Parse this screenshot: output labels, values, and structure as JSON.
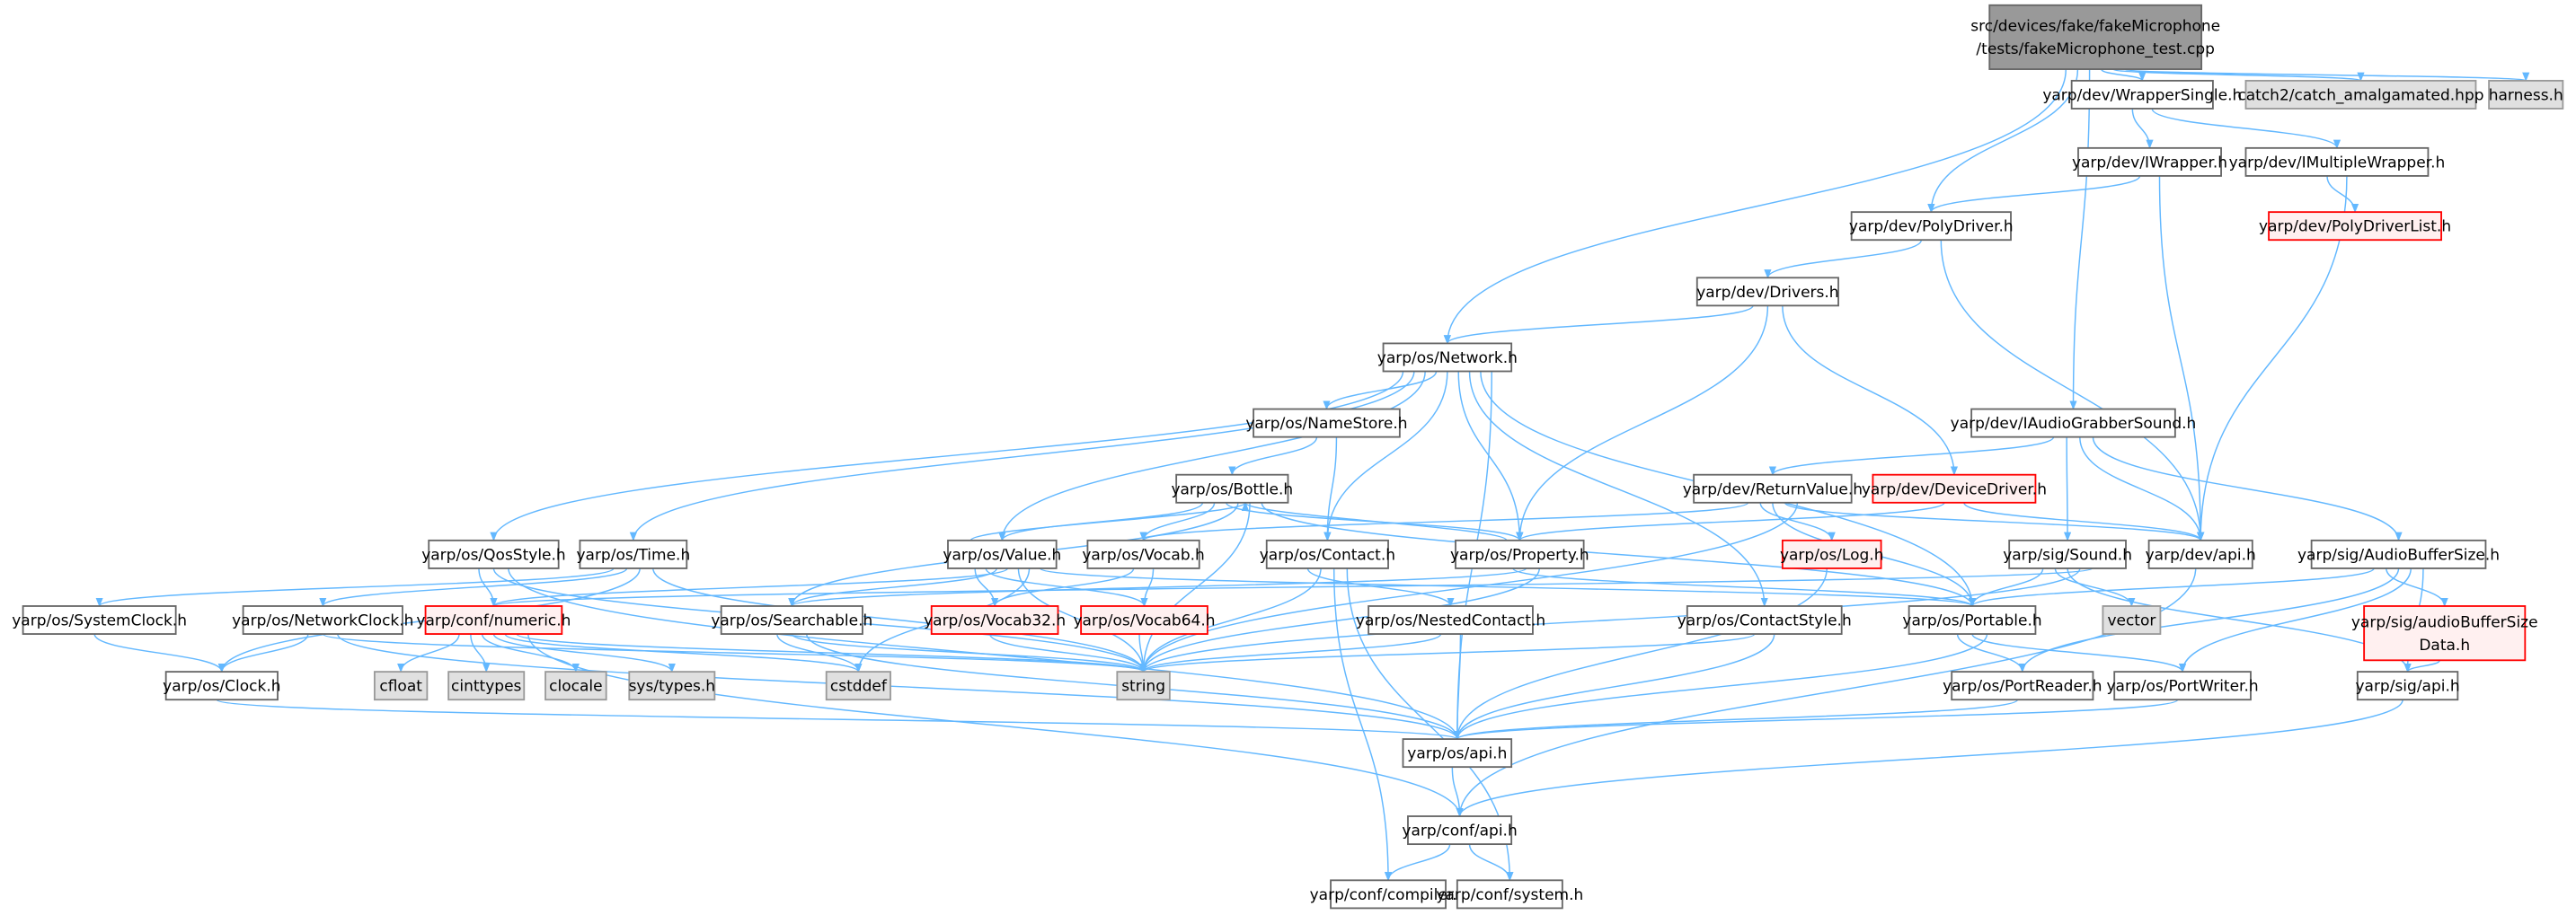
{
  "graph": {
    "type": "include-dependency-graph",
    "colors": {
      "edge": "#63b8ff",
      "root_fill": "#999999",
      "root_border": "#666666",
      "normal_fill": "#ffffff",
      "normal_border": "#666666",
      "gray_fill": "#e0e0e0",
      "gray_border": "#999999",
      "red_fill": "#fff0f0",
      "red_border": "#ff0000"
    },
    "nodes": {
      "root": {
        "label": "src/devices/fake/fakeMicrophone",
        "label2": "/tests/fakeMicrophone_test.cpp",
        "kind": "root"
      },
      "wrappersingle": {
        "label": "yarp/dev/WrapperSingle.h",
        "kind": "normal"
      },
      "catch2": {
        "label": "catch2/catch_amalgamated.hpp",
        "kind": "gray"
      },
      "harness": {
        "label": "harness.h",
        "kind": "gray"
      },
      "iwrapper": {
        "label": "yarp/dev/IWrapper.h",
        "kind": "normal"
      },
      "imultiple": {
        "label": "yarp/dev/IMultipleWrapper.h",
        "kind": "normal"
      },
      "polydriver": {
        "label": "yarp/dev/PolyDriver.h",
        "kind": "normal"
      },
      "polydriverlist": {
        "label": "yarp/dev/PolyDriverList.h",
        "kind": "red"
      },
      "drivers": {
        "label": "yarp/dev/Drivers.h",
        "kind": "normal"
      },
      "network": {
        "label": "yarp/os/Network.h",
        "kind": "normal"
      },
      "iaudiograbber": {
        "label": "yarp/dev/IAudioGrabberSound.h",
        "kind": "normal"
      },
      "namestore": {
        "label": "yarp/os/NameStore.h",
        "kind": "normal"
      },
      "bottle": {
        "label": "yarp/os/Bottle.h",
        "kind": "normal"
      },
      "returnvalue": {
        "label": "yarp/dev/ReturnValue.h",
        "kind": "normal"
      },
      "devicedriver": {
        "label": "yarp/dev/DeviceDriver.h",
        "kind": "red"
      },
      "qosstyle": {
        "label": "yarp/os/QosStyle.h",
        "kind": "normal"
      },
      "time": {
        "label": "yarp/os/Time.h",
        "kind": "normal"
      },
      "value": {
        "label": "yarp/os/Value.h",
        "kind": "normal"
      },
      "vocab": {
        "label": "yarp/os/Vocab.h",
        "kind": "normal"
      },
      "contact": {
        "label": "yarp/os/Contact.h",
        "kind": "normal"
      },
      "property": {
        "label": "yarp/os/Property.h",
        "kind": "normal"
      },
      "log": {
        "label": "yarp/os/Log.h",
        "kind": "red"
      },
      "sound": {
        "label": "yarp/sig/Sound.h",
        "kind": "normal"
      },
      "devapi": {
        "label": "yarp/dev/api.h",
        "kind": "normal"
      },
      "audiobuffersize": {
        "label": "yarp/sig/AudioBufferSize.h",
        "kind": "normal"
      },
      "systemclock": {
        "label": "yarp/os/SystemClock.h",
        "kind": "normal"
      },
      "networkclock": {
        "label": "yarp/os/NetworkClock.h",
        "kind": "normal"
      },
      "numeric": {
        "label": "yarp/conf/numeric.h",
        "kind": "red"
      },
      "searchable": {
        "label": "yarp/os/Searchable.h",
        "kind": "normal"
      },
      "vocab32": {
        "label": "yarp/os/Vocab32.h",
        "kind": "red"
      },
      "vocab64": {
        "label": "yarp/os/Vocab64.h",
        "kind": "red"
      },
      "nestedcontact": {
        "label": "yarp/os/NestedContact.h",
        "kind": "normal"
      },
      "contactstyle": {
        "label": "yarp/os/ContactStyle.h",
        "kind": "normal"
      },
      "portable": {
        "label": "yarp/os/Portable.h",
        "kind": "normal"
      },
      "vector": {
        "label": "vector",
        "kind": "gray"
      },
      "absdata": {
        "label": "yarp/sig/audioBufferSize",
        "label2": "Data.h",
        "kind": "red"
      },
      "clock": {
        "label": "yarp/os/Clock.h",
        "kind": "normal"
      },
      "cfloat": {
        "label": "cfloat",
        "kind": "gray"
      },
      "cinttypes": {
        "label": "cinttypes",
        "kind": "gray"
      },
      "clocale": {
        "label": "clocale",
        "kind": "gray"
      },
      "systypes": {
        "label": "sys/types.h",
        "kind": "gray"
      },
      "cstddef": {
        "label": "cstddef",
        "kind": "gray"
      },
      "string": {
        "label": "string",
        "kind": "gray"
      },
      "portreader": {
        "label": "yarp/os/PortReader.h",
        "kind": "normal"
      },
      "portwriter": {
        "label": "yarp/os/PortWriter.h",
        "kind": "normal"
      },
      "sigapi": {
        "label": "yarp/sig/api.h",
        "kind": "normal"
      },
      "osapi": {
        "label": "yarp/os/api.h",
        "kind": "normal"
      },
      "confapi": {
        "label": "yarp/conf/api.h",
        "kind": "normal"
      },
      "compiler": {
        "label": "yarp/conf/compiler.h",
        "kind": "normal"
      },
      "system": {
        "label": "yarp/conf/system.h",
        "kind": "normal"
      }
    },
    "edges": [
      [
        "root",
        "network"
      ],
      [
        "root",
        "polydriver"
      ],
      [
        "root",
        "iaudiograbber"
      ],
      [
        "root",
        "wrappersingle"
      ],
      [
        "root",
        "catch2"
      ],
      [
        "root",
        "harness"
      ],
      [
        "wrappersingle",
        "iwrapper"
      ],
      [
        "wrappersingle",
        "imultiple"
      ],
      [
        "iwrapper",
        "polydriver"
      ],
      [
        "iwrapper",
        "devapi"
      ],
      [
        "imultiple",
        "polydriverlist"
      ],
      [
        "imultiple",
        "devapi"
      ],
      [
        "polydriver",
        "drivers"
      ],
      [
        "polydriver",
        "devapi"
      ],
      [
        "drivers",
        "network"
      ],
      [
        "drivers",
        "property"
      ],
      [
        "drivers",
        "devicedriver"
      ],
      [
        "network",
        "qosstyle"
      ],
      [
        "network",
        "time"
      ],
      [
        "network",
        "value"
      ],
      [
        "network",
        "namestore"
      ],
      [
        "network",
        "contact"
      ],
      [
        "network",
        "property"
      ],
      [
        "network",
        "contactstyle"
      ],
      [
        "network",
        "portable"
      ],
      [
        "network",
        "osapi"
      ],
      [
        "namestore",
        "bottle"
      ],
      [
        "namestore",
        "contact"
      ],
      [
        "bottle",
        "value"
      ],
      [
        "bottle",
        "vocab"
      ],
      [
        "bottle",
        "property"
      ],
      [
        "bottle",
        "searchable"
      ],
      [
        "bottle",
        "string"
      ],
      [
        "bottle",
        "portable"
      ],
      [
        "value",
        "bottle"
      ],
      [
        "value",
        "vocab32"
      ],
      [
        "value",
        "vocab64"
      ],
      [
        "value",
        "searchable"
      ],
      [
        "value",
        "numeric"
      ],
      [
        "value",
        "string"
      ],
      [
        "value",
        "cstddef"
      ],
      [
        "value",
        "portable"
      ],
      [
        "vocab",
        "vocab32"
      ],
      [
        "vocab",
        "vocab64"
      ],
      [
        "vocab32",
        "string"
      ],
      [
        "vocab64",
        "string"
      ],
      [
        "contact",
        "nestedcontact"
      ],
      [
        "contact",
        "string"
      ],
      [
        "contact",
        "compiler"
      ],
      [
        "contact",
        "system"
      ],
      [
        "property",
        "bottle"
      ],
      [
        "property",
        "portable"
      ],
      [
        "property",
        "searchable"
      ],
      [
        "property",
        "string"
      ],
      [
        "iaudiograbber",
        "returnvalue"
      ],
      [
        "iaudiograbber",
        "sound"
      ],
      [
        "iaudiograbber",
        "devapi"
      ],
      [
        "iaudiograbber",
        "audiobuffersize"
      ],
      [
        "returnvalue",
        "vocab"
      ],
      [
        "returnvalue",
        "log"
      ],
      [
        "returnvalue",
        "portable"
      ],
      [
        "returnvalue",
        "devapi"
      ],
      [
        "returnvalue",
        "string"
      ],
      [
        "devicedriver",
        "property"
      ],
      [
        "devicedriver",
        "devapi"
      ],
      [
        "log",
        "osapi"
      ],
      [
        "sound",
        "portable"
      ],
      [
        "sound",
        "vector"
      ],
      [
        "sound",
        "sigapi"
      ],
      [
        "sound",
        "string"
      ],
      [
        "sound",
        "numeric"
      ],
      [
        "devapi",
        "confapi"
      ],
      [
        "audiobuffersize",
        "portable"
      ],
      [
        "audiobuffersize",
        "absdata"
      ],
      [
        "audiobuffersize",
        "portreader"
      ],
      [
        "audiobuffersize",
        "portwriter"
      ],
      [
        "audiobuffersize",
        "sigapi"
      ],
      [
        "absdata",
        "sigapi"
      ],
      [
        "sigapi",
        "confapi"
      ],
      [
        "qosstyle",
        "numeric"
      ],
      [
        "qosstyle",
        "string"
      ],
      [
        "qosstyle",
        "osapi"
      ],
      [
        "time",
        "systemclock"
      ],
      [
        "time",
        "networkclock"
      ],
      [
        "time",
        "clock"
      ],
      [
        "time",
        "string"
      ],
      [
        "systemclock",
        "clock"
      ],
      [
        "networkclock",
        "clock"
      ],
      [
        "networkclock",
        "string"
      ],
      [
        "networkclock",
        "osapi"
      ],
      [
        "numeric",
        "cfloat"
      ],
      [
        "numeric",
        "cinttypes"
      ],
      [
        "numeric",
        "clocale"
      ],
      [
        "numeric",
        "systypes"
      ],
      [
        "numeric",
        "cstddef"
      ],
      [
        "numeric",
        "string"
      ],
      [
        "numeric",
        "confapi"
      ],
      [
        "searchable",
        "cstddef"
      ],
      [
        "searchable",
        "string"
      ],
      [
        "searchable",
        "osapi"
      ],
      [
        "nestedcontact",
        "string"
      ],
      [
        "nestedcontact",
        "osapi"
      ],
      [
        "contactstyle",
        "string"
      ],
      [
        "contactstyle",
        "osapi"
      ],
      [
        "portable",
        "portreader"
      ],
      [
        "portable",
        "portwriter"
      ],
      [
        "portable",
        "osapi"
      ],
      [
        "portreader",
        "osapi"
      ],
      [
        "portwriter",
        "osapi"
      ],
      [
        "clock",
        "osapi"
      ],
      [
        "osapi",
        "confapi"
      ],
      [
        "confapi",
        "compiler"
      ],
      [
        "confapi",
        "system"
      ]
    ]
  }
}
